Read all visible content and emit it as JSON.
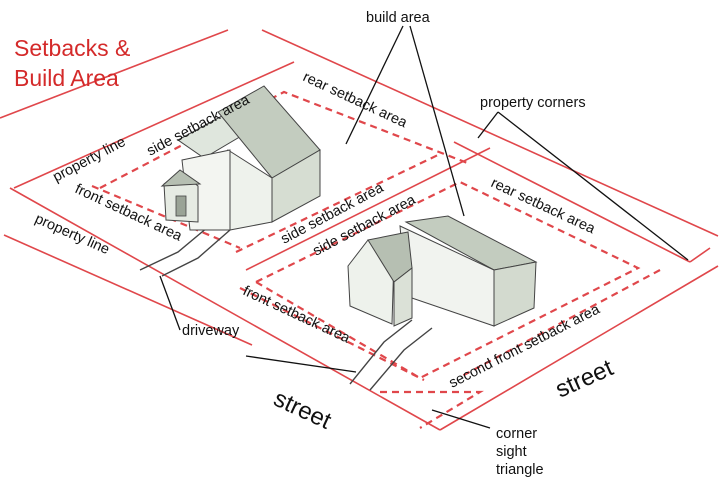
{
  "title": {
    "line1": "Setbacks &",
    "line2": "Build Area"
  },
  "labels": {
    "build_area": "build area",
    "property_corners": "property corners",
    "property_line_top": "property line",
    "property_line_left": "property line",
    "side_setback_top": "side setback area",
    "rear_setback_left": "rear setback area",
    "front_setback_left_lot": "front setback area",
    "side_setback_mid1": "side setback area",
    "side_setback_mid2": "side setback area",
    "rear_setback_right": "rear setback area",
    "front_setback_right_lot": "front setback area",
    "second_front_setback": "second front setback area",
    "driveway": "driveway",
    "street_left": "street",
    "street_right": "street",
    "corner_sight_1": "corner",
    "corner_sight_2": "sight",
    "corner_sight_3": "triangle"
  },
  "colors": {
    "property_line": "#e0474b",
    "title": "#d42a2a"
  },
  "icons": {
    "house_left": "house-icon",
    "house_right": "house-icon"
  }
}
